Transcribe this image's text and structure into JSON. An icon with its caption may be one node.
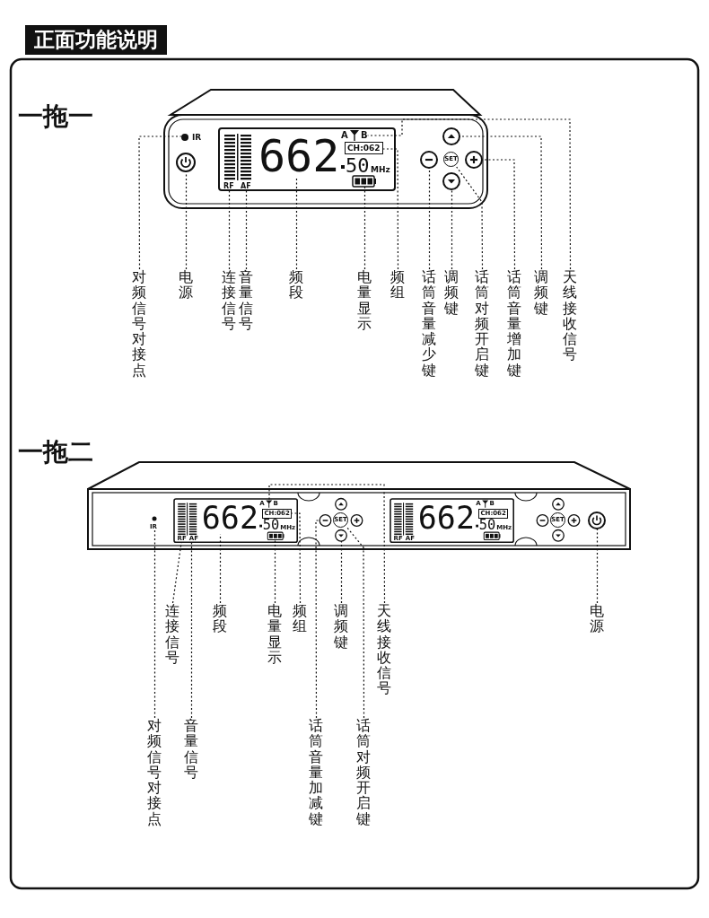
{
  "diagram": {
    "title": "正面功能说明",
    "nodes": [
      {
        "text": [
          "对频信号对接点"
        ]
      },
      {
        "text": [
          "电源"
        ]
      },
      {
        "text": [
          "连接信号"
        ]
      },
      {
        "text": [
          "音量信号"
        ]
      },
      {
        "text": [
          "频段"
        ]
      },
      {
        "text": [
          "电量显示"
        ]
      },
      {
        "text": [
          "频组"
        ]
      },
      {
        "text": [
          "话筒音量减少键"
        ]
      },
      {
        "text": [
          "调频键"
        ]
      },
      {
        "text": [
          "话筒对频开启键"
        ]
      },
      {
        "text": [
          "话筒音量增加键"
        ]
      },
      {
        "text": [
          "调频键"
        ]
      },
      {
        "text": [
          "天线接收信号"
        ]
      },
      {
        "text": [
          "对频信号对接点"
        ]
      },
      {
        "text": [
          "连接信号"
        ]
      },
      {
        "text": [
          "音量信号"
        ]
      },
      {
        "text": [
          "频段"
        ]
      },
      {
        "text": [
          "电量显示"
        ]
      },
      {
        "text": [
          "频组"
        ]
      },
      {
        "text": [
          "话筒音量加减键"
        ]
      },
      {
        "text": [
          "调频键"
        ]
      },
      {
        "text": [
          "话筒对频开启键"
        ]
      },
      {
        "text": [
          "天线接收信号"
        ]
      },
      {
        "text": [
          "电源"
        ]
      },
      {
        "text": [],
        "shape": "circle"
      },
      {
        "text": [],
        "shape": "circle"
      },
      {
        "text": [
          "RF"
        ]
      },
      {
        "text": [
          "AF"
        ]
      },
      {
        "text": [
          "662"
        ]
      },
      {
        "text": [],
        "shape": "battery"
      },
      {
        "text": [
          "CH:062"
        ]
      },
      {
        "text": [],
        "shape": "circle"
      },
      {
        "text": [],
        "shape": "circle"
      },
      {
        "text": [
          "SET"
        ]
      },
      {
        "text": [],
        "shape": "circle"
      },
      {
        "text": [],
        "shape": "circle"
      },
      {
        "text": [
          "B"
        ]
      },
      {
        "text": [
          "IR"
        ]
      },
      {
        "text": [
          "RF"
        ]
      },
      {
        "text": [
          "AF"
        ]
      },
      {
        "text": [
          "662"
        ]
      },
      {
        "text": [],
        "shape": "battery"
      },
      {
        "text": [
          "CH:062"
        ]
      },
      {
        "text": [],
        "shape": "circle"
      },
      {
        "text": [],
        "shape": "circle"
      },
      {
        "text": [
          "SET"
        ]
      },
      {
        "text": [],
        "shape": "antenna"
      },
      {
        "text": [],
        "shape": "circle"
      },
      {
        "text": [
          "CH:062"
        ]
      },
      {
        "text": [
          "SET"
        ]
      }
    ],
    "edges": [
      {
        "from": 0,
        "to": 24,
        "arrow": "none"
      },
      {
        "from": 1,
        "to": 25,
        "arrow": "none"
      },
      {
        "from": 2,
        "to": 26,
        "arrow": "none"
      },
      {
        "from": 3,
        "to": 27,
        "arrow": "none"
      },
      {
        "from": 4,
        "to": 28,
        "arrow": "none"
      },
      {
        "from": 5,
        "to": 29,
        "arrow": "none"
      },
      {
        "from": 6,
        "to": 30,
        "arrow": "none"
      },
      {
        "from": 7,
        "to": 31,
        "arrow": "none"
      },
      {
        "from": 8,
        "to": 32,
        "arrow": "none"
      },
      {
        "from": 9,
        "to": 33,
        "arrow": "none"
      },
      {
        "from": 10,
        "to": 34,
        "arrow": "none"
      },
      {
        "from": 11,
        "to": 35,
        "arrow": "none"
      },
      {
        "from": 12,
        "to": 36,
        "arrow": "none"
      },
      {
        "from": 13,
        "to": 37,
        "arrow": "none"
      },
      {
        "from": 14,
        "to": 38,
        "arrow": "none"
      },
      {
        "from": 15,
        "to": 39,
        "arrow": "none"
      },
      {
        "from": 16,
        "to": 40,
        "arrow": "none"
      },
      {
        "from": 17,
        "to": 41,
        "arrow": "none"
      },
      {
        "from": 18,
        "to": 42,
        "arrow": "none"
      },
      {
        "from": 19,
        "to": 43,
        "arrow": "none"
      },
      {
        "from": 20,
        "to": 44,
        "arrow": "none"
      },
      {
        "from": 21,
        "to": 45,
        "arrow": "none"
      },
      {
        "from": 22,
        "to": 46,
        "arrow": "none"
      },
      {
        "from": 23,
        "to": 47,
        "arrow": "none"
      }
    ],
    "labels": [
      "一拖一",
      "IR",
      "50",
      "MHz",
      "A",
      "一拖二",
      "A",
      "B",
      "50",
      "MHz",
      "RF",
      "AF",
      "662",
      "50",
      "MHz",
      "A",
      "B"
    ]
  }
}
